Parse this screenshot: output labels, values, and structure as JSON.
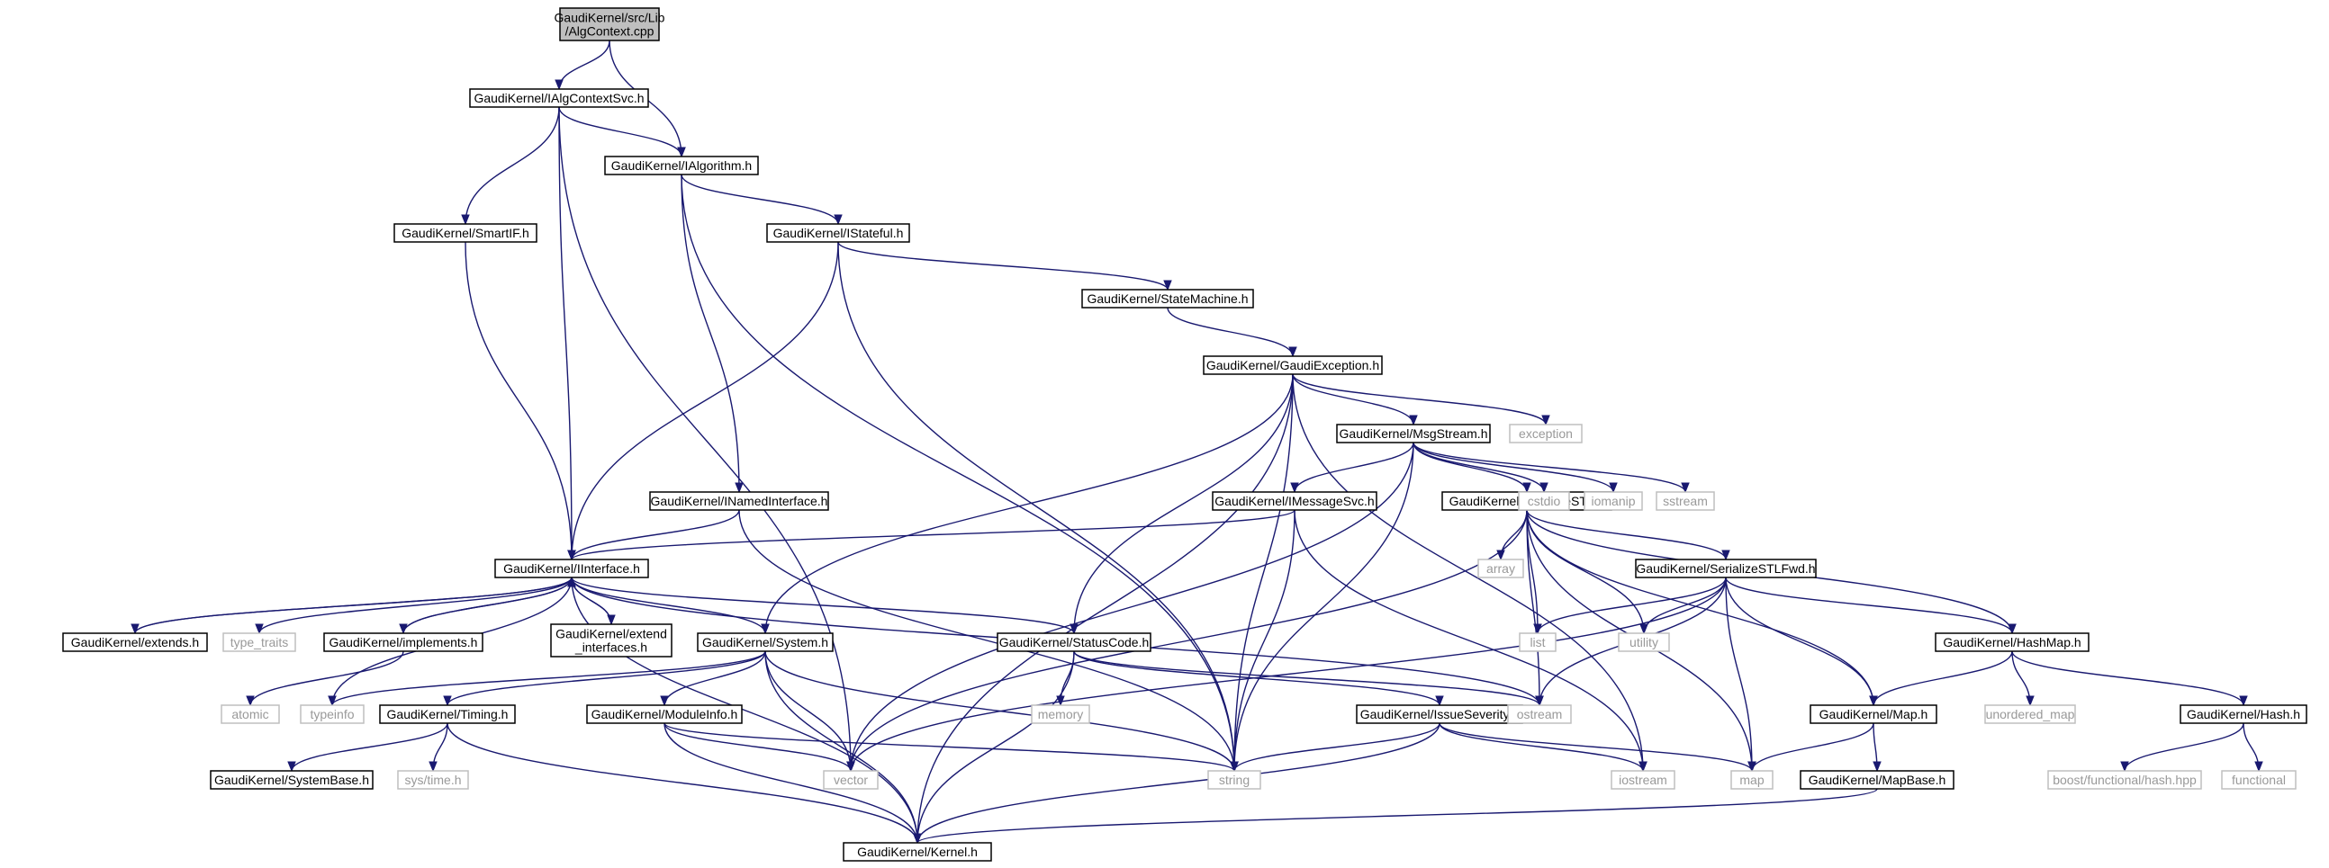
{
  "colors": {
    "root_fill": "#bfbfbf",
    "edge": "#191970",
    "external_border": "#bfbfbf",
    "external_text": "#999999"
  },
  "nodes": {
    "algcontext_cpp": {
      "lines": [
        "GaudiKernel/src/Lib",
        "/AlgContext.cpp"
      ],
      "kind": "root"
    },
    "ialgcontextsvc_h": {
      "lines": [
        "GaudiKernel/IAlgContextSvc.h"
      ],
      "kind": "project"
    },
    "ialgorithm_h": {
      "lines": [
        "GaudiKernel/IAlgorithm.h"
      ],
      "kind": "project"
    },
    "smartif_h": {
      "lines": [
        "GaudiKernel/SmartIF.h"
      ],
      "kind": "project"
    },
    "istateful_h": {
      "lines": [
        "GaudiKernel/IStateful.h"
      ],
      "kind": "project"
    },
    "statemachine_h": {
      "lines": [
        "GaudiKernel/StateMachine.h"
      ],
      "kind": "project"
    },
    "gaudiexception_h": {
      "lines": [
        "GaudiKernel/GaudiException.h"
      ],
      "kind": "project"
    },
    "msgstream_h": {
      "lines": [
        "GaudiKernel/MsgStream.h"
      ],
      "kind": "project"
    },
    "exception": {
      "lines": [
        "exception"
      ],
      "kind": "external"
    },
    "inamedinterface_h": {
      "lines": [
        "GaudiKernel/INamedInterface.h"
      ],
      "kind": "project"
    },
    "imessagesvc_h": {
      "lines": [
        "GaudiKernel/IMessageSvc.h"
      ],
      "kind": "project"
    },
    "serializestl_h": {
      "lines": [
        "GaudiKernel/SerializeSTL.h"
      ],
      "kind": "project"
    },
    "cstdio": {
      "lines": [
        "cstdio"
      ],
      "kind": "external"
    },
    "iomanip": {
      "lines": [
        "iomanip"
      ],
      "kind": "external"
    },
    "sstream": {
      "lines": [
        "sstream"
      ],
      "kind": "external"
    },
    "iinterface_h": {
      "lines": [
        "GaudiKernel/IInterface.h"
      ],
      "kind": "project"
    },
    "array": {
      "lines": [
        "array"
      ],
      "kind": "external"
    },
    "serializestlfwd_h": {
      "lines": [
        "GaudiKernel/SerializeSTLFwd.h"
      ],
      "kind": "project"
    },
    "extends_h": {
      "lines": [
        "GaudiKernel/extends.h"
      ],
      "kind": "project"
    },
    "type_traits": {
      "lines": [
        "type_traits"
      ],
      "kind": "external"
    },
    "implements_h": {
      "lines": [
        "GaudiKernel/implements.h"
      ],
      "kind": "project"
    },
    "extend_interfaces_h": {
      "lines": [
        "GaudiKernel/extend",
        "_interfaces.h"
      ],
      "kind": "project"
    },
    "system_h": {
      "lines": [
        "GaudiKernel/System.h"
      ],
      "kind": "project"
    },
    "statuscode_h": {
      "lines": [
        "GaudiKernel/StatusCode.h"
      ],
      "kind": "project"
    },
    "list": {
      "lines": [
        "list"
      ],
      "kind": "external"
    },
    "utility": {
      "lines": [
        "utility"
      ],
      "kind": "external"
    },
    "hashmap_h": {
      "lines": [
        "GaudiKernel/HashMap.h"
      ],
      "kind": "project"
    },
    "atomic": {
      "lines": [
        "atomic"
      ],
      "kind": "external"
    },
    "typeinfo": {
      "lines": [
        "typeinfo"
      ],
      "kind": "external"
    },
    "timing_h": {
      "lines": [
        "GaudiKernel/Timing.h"
      ],
      "kind": "project"
    },
    "moduleinfo_h": {
      "lines": [
        "GaudiKernel/ModuleInfo.h"
      ],
      "kind": "project"
    },
    "memory": {
      "lines": [
        "memory"
      ],
      "kind": "external"
    },
    "issueseverity_h": {
      "lines": [
        "GaudiKernel/IssueSeverity.h"
      ],
      "kind": "project"
    },
    "ostream": {
      "lines": [
        "ostream"
      ],
      "kind": "external"
    },
    "map_h": {
      "lines": [
        "GaudiKernel/Map.h"
      ],
      "kind": "project"
    },
    "unordered_map": {
      "lines": [
        "unordered_map"
      ],
      "kind": "external"
    },
    "hash_h": {
      "lines": [
        "GaudiKernel/Hash.h"
      ],
      "kind": "project"
    },
    "systembase_h": {
      "lines": [
        "GaudiKernel/SystemBase.h"
      ],
      "kind": "project"
    },
    "sys_time_h": {
      "lines": [
        "sys/time.h"
      ],
      "kind": "external"
    },
    "vector": {
      "lines": [
        "vector"
      ],
      "kind": "external"
    },
    "string": {
      "lines": [
        "string"
      ],
      "kind": "external"
    },
    "iostream": {
      "lines": [
        "iostream"
      ],
      "kind": "external"
    },
    "map": {
      "lines": [
        "map"
      ],
      "kind": "external"
    },
    "mapbase_h": {
      "lines": [
        "GaudiKernel/MapBase.h"
      ],
      "kind": "project"
    },
    "boost_functional_hash_hpp": {
      "lines": [
        "boost/functional/hash.hpp"
      ],
      "kind": "external"
    },
    "functional": {
      "lines": [
        "functional"
      ],
      "kind": "external"
    },
    "kernel_h": {
      "lines": [
        "GaudiKernel/Kernel.h"
      ],
      "kind": "project"
    }
  },
  "edges": [
    [
      "algcontext_cpp",
      "ialgcontextsvc_h"
    ],
    [
      "algcontext_cpp",
      "ialgorithm_h"
    ],
    [
      "ialgcontextsvc_h",
      "ialgorithm_h"
    ],
    [
      "ialgcontextsvc_h",
      "smartif_h"
    ],
    [
      "ialgcontextsvc_h",
      "iinterface_h"
    ],
    [
      "ialgcontextsvc_h",
      "vector"
    ],
    [
      "ialgorithm_h",
      "istateful_h"
    ],
    [
      "ialgorithm_h",
      "inamedinterface_h"
    ],
    [
      "ialgorithm_h",
      "string"
    ],
    [
      "smartif_h",
      "iinterface_h"
    ],
    [
      "istateful_h",
      "statemachine_h"
    ],
    [
      "istateful_h",
      "iinterface_h"
    ],
    [
      "istateful_h",
      "string"
    ],
    [
      "statemachine_h",
      "gaudiexception_h"
    ],
    [
      "gaudiexception_h",
      "msgstream_h"
    ],
    [
      "gaudiexception_h",
      "exception"
    ],
    [
      "gaudiexception_h",
      "system_h"
    ],
    [
      "gaudiexception_h",
      "statuscode_h"
    ],
    [
      "gaudiexception_h",
      "string"
    ],
    [
      "gaudiexception_h",
      "iostream"
    ],
    [
      "gaudiexception_h",
      "kernel_h"
    ],
    [
      "msgstream_h",
      "imessagesvc_h"
    ],
    [
      "msgstream_h",
      "serializestl_h"
    ],
    [
      "msgstream_h",
      "cstdio"
    ],
    [
      "msgstream_h",
      "iomanip"
    ],
    [
      "msgstream_h",
      "sstream"
    ],
    [
      "msgstream_h",
      "vector"
    ],
    [
      "msgstream_h",
      "string"
    ],
    [
      "inamedinterface_h",
      "iinterface_h"
    ],
    [
      "inamedinterface_h",
      "string"
    ],
    [
      "imessagesvc_h",
      "iinterface_h"
    ],
    [
      "imessagesvc_h",
      "string"
    ],
    [
      "imessagesvc_h",
      "iostream"
    ],
    [
      "serializestl_h",
      "array"
    ],
    [
      "serializestl_h",
      "serializestlfwd_h"
    ],
    [
      "serializestl_h",
      "list"
    ],
    [
      "serializestl_h",
      "utility"
    ],
    [
      "serializestl_h",
      "ostream"
    ],
    [
      "serializestl_h",
      "hashmap_h"
    ],
    [
      "serializestl_h",
      "map_h"
    ],
    [
      "serializestl_h",
      "vector"
    ],
    [
      "serializestl_h",
      "map"
    ],
    [
      "serializestlfwd_h",
      "list"
    ],
    [
      "serializestlfwd_h",
      "utility"
    ],
    [
      "serializestlfwd_h",
      "ostream"
    ],
    [
      "serializestlfwd_h",
      "hashmap_h"
    ],
    [
      "serializestlfwd_h",
      "map_h"
    ],
    [
      "serializestlfwd_h",
      "vector"
    ],
    [
      "serializestlfwd_h",
      "map"
    ],
    [
      "iinterface_h",
      "extends_h"
    ],
    [
      "extends_h",
      "iinterface_h"
    ],
    [
      "iinterface_h",
      "type_traits"
    ],
    [
      "iinterface_h",
      "implements_h"
    ],
    [
      "implements_h",
      "iinterface_h"
    ],
    [
      "iinterface_h",
      "extend_interfaces_h"
    ],
    [
      "extend_interfaces_h",
      "iinterface_h"
    ],
    [
      "iinterface_h",
      "system_h"
    ],
    [
      "iinterface_h",
      "statuscode_h"
    ],
    [
      "iinterface_h",
      "typeinfo"
    ],
    [
      "iinterface_h",
      "ostream"
    ],
    [
      "iinterface_h",
      "kernel_h"
    ],
    [
      "implements_h",
      "atomic"
    ],
    [
      "system_h",
      "typeinfo"
    ],
    [
      "system_h",
      "timing_h"
    ],
    [
      "system_h",
      "moduleinfo_h"
    ],
    [
      "system_h",
      "vector"
    ],
    [
      "system_h",
      "string"
    ],
    [
      "system_h",
      "kernel_h"
    ],
    [
      "statuscode_h",
      "memory"
    ],
    [
      "statuscode_h",
      "issueseverity_h"
    ],
    [
      "statuscode_h",
      "ostream"
    ],
    [
      "statuscode_h",
      "kernel_h"
    ],
    [
      "timing_h",
      "systembase_h"
    ],
    [
      "timing_h",
      "sys_time_h"
    ],
    [
      "timing_h",
      "kernel_h"
    ],
    [
      "moduleinfo_h",
      "vector"
    ],
    [
      "moduleinfo_h",
      "string"
    ],
    [
      "moduleinfo_h",
      "kernel_h"
    ],
    [
      "issueseverity_h",
      "string"
    ],
    [
      "issueseverity_h",
      "iostream"
    ],
    [
      "issueseverity_h",
      "map"
    ],
    [
      "issueseverity_h",
      "kernel_h"
    ],
    [
      "hashmap_h",
      "map_h"
    ],
    [
      "hashmap_h",
      "unordered_map"
    ],
    [
      "hashmap_h",
      "hash_h"
    ],
    [
      "map_h",
      "map"
    ],
    [
      "map_h",
      "mapbase_h"
    ],
    [
      "mapbase_h",
      "kernel_h"
    ],
    [
      "hash_h",
      "boost_functional_hash_hpp"
    ],
    [
      "hash_h",
      "functional"
    ]
  ]
}
